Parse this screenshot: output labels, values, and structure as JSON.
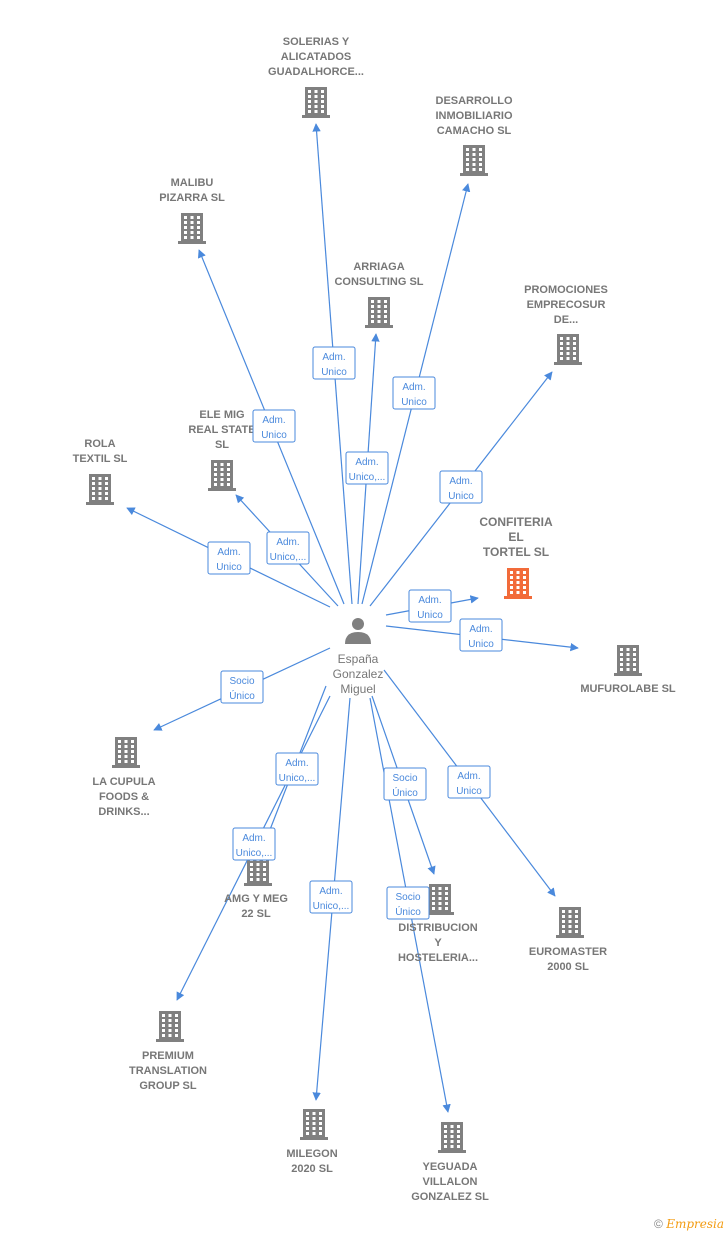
{
  "colors": {
    "edge": "#4a89dc",
    "building": "#808080",
    "highlight": "#f26b3a",
    "label": "#777777"
  },
  "person": {
    "name_lines": [
      "España",
      "Gonzalez",
      "Miguel"
    ],
    "icon": "person-icon"
  },
  "companies": [
    {
      "id": "solerias",
      "lines": [
        "SOLERIAS Y",
        "ALICATADOS",
        "GUADALHORCE..."
      ],
      "icon": "building-icon",
      "highlight": false
    },
    {
      "id": "desarrollo",
      "lines": [
        "DESARROLLO",
        "INMOBILIARIO",
        "CAMACHO SL"
      ],
      "icon": "building-icon",
      "highlight": false
    },
    {
      "id": "malibu",
      "lines": [
        "MALIBU",
        "PIZARRA SL"
      ],
      "icon": "building-icon",
      "highlight": false
    },
    {
      "id": "arriaga",
      "lines": [
        "ARRIAGA",
        "CONSULTING SL"
      ],
      "icon": "building-icon",
      "highlight": false
    },
    {
      "id": "promociones",
      "lines": [
        "PROMOCIONES",
        "EMPRECOSUR",
        "DE..."
      ],
      "icon": "building-icon",
      "highlight": false
    },
    {
      "id": "elemig",
      "lines": [
        "ELE MIG",
        "REAL STATE",
        "SL"
      ],
      "icon": "building-icon",
      "highlight": false
    },
    {
      "id": "rola",
      "lines": [
        "ROLA",
        "TEXTIL SL"
      ],
      "icon": "building-icon",
      "highlight": false
    },
    {
      "id": "confiteria",
      "lines": [
        "CONFITERIA",
        "EL",
        "TORTEL SL"
      ],
      "icon": "building-icon",
      "highlight": true
    },
    {
      "id": "mufurolabe",
      "lines": [
        "MUFUROLABE SL"
      ],
      "icon": "building-icon",
      "highlight": false
    },
    {
      "id": "lacupula",
      "lines": [
        "LA CUPULA",
        "FOODS &",
        "DRINKS..."
      ],
      "icon": "building-icon",
      "highlight": false
    },
    {
      "id": "amgymeg",
      "lines": [
        "AMG Y MEG",
        "22 SL"
      ],
      "icon": "building-icon",
      "highlight": false
    },
    {
      "id": "distribucion",
      "lines": [
        "DISTRIBUCION",
        "Y",
        "HOSTELERIA..."
      ],
      "icon": "building-icon",
      "highlight": false
    },
    {
      "id": "euromaster",
      "lines": [
        "EUROMASTER",
        "2000 SL"
      ],
      "icon": "building-icon",
      "highlight": false
    },
    {
      "id": "premium",
      "lines": [
        "PREMIUM",
        "TRANSLATION",
        "GROUP SL"
      ],
      "icon": "building-icon",
      "highlight": false
    },
    {
      "id": "milegon",
      "lines": [
        "MILEGON",
        "2020 SL"
      ],
      "icon": "building-icon",
      "highlight": false
    },
    {
      "id": "yeguada",
      "lines": [
        "YEGUADA",
        "VILLALON",
        "GONZALEZ SL"
      ],
      "icon": "building-icon",
      "highlight": false
    }
  ],
  "edges": [
    {
      "to": "solerias",
      "lines": [
        "Adm.",
        "Unico"
      ]
    },
    {
      "to": "desarrollo",
      "lines": [
        "Adm.",
        "Unico"
      ]
    },
    {
      "to": "malibu",
      "lines": [
        "Adm.",
        "Unico"
      ]
    },
    {
      "to": "arriaga",
      "lines": [
        "Adm.",
        "Unico,..."
      ]
    },
    {
      "to": "promociones",
      "lines": [
        "Adm.",
        "Unico"
      ]
    },
    {
      "to": "elemig",
      "lines": [
        "Adm.",
        "Unico,..."
      ]
    },
    {
      "to": "rola",
      "lines": [
        "Adm.",
        "Unico"
      ]
    },
    {
      "to": "confiteria",
      "lines": [
        "Adm.",
        "Unico"
      ]
    },
    {
      "to": "mufurolabe",
      "lines": [
        "Adm.",
        "Unico"
      ]
    },
    {
      "to": "lacupula",
      "lines": [
        "Socio",
        "Único"
      ]
    },
    {
      "to": "amgymeg",
      "lines": [
        "Adm.",
        "Unico,..."
      ]
    },
    {
      "to": "premium",
      "lines": [
        "Adm.",
        "Unico,..."
      ]
    },
    {
      "to": "distribucion",
      "lines": [
        "Socio",
        "Único"
      ]
    },
    {
      "to": "euromaster",
      "lines": [
        "Adm.",
        "Unico"
      ]
    },
    {
      "to": "milegon",
      "lines": [
        "Adm.",
        "Unico,..."
      ]
    },
    {
      "to": "yeguada",
      "lines": [
        "Socio",
        "Único"
      ]
    }
  ],
  "watermark": {
    "symbol": "©",
    "brand": "Empresia"
  }
}
